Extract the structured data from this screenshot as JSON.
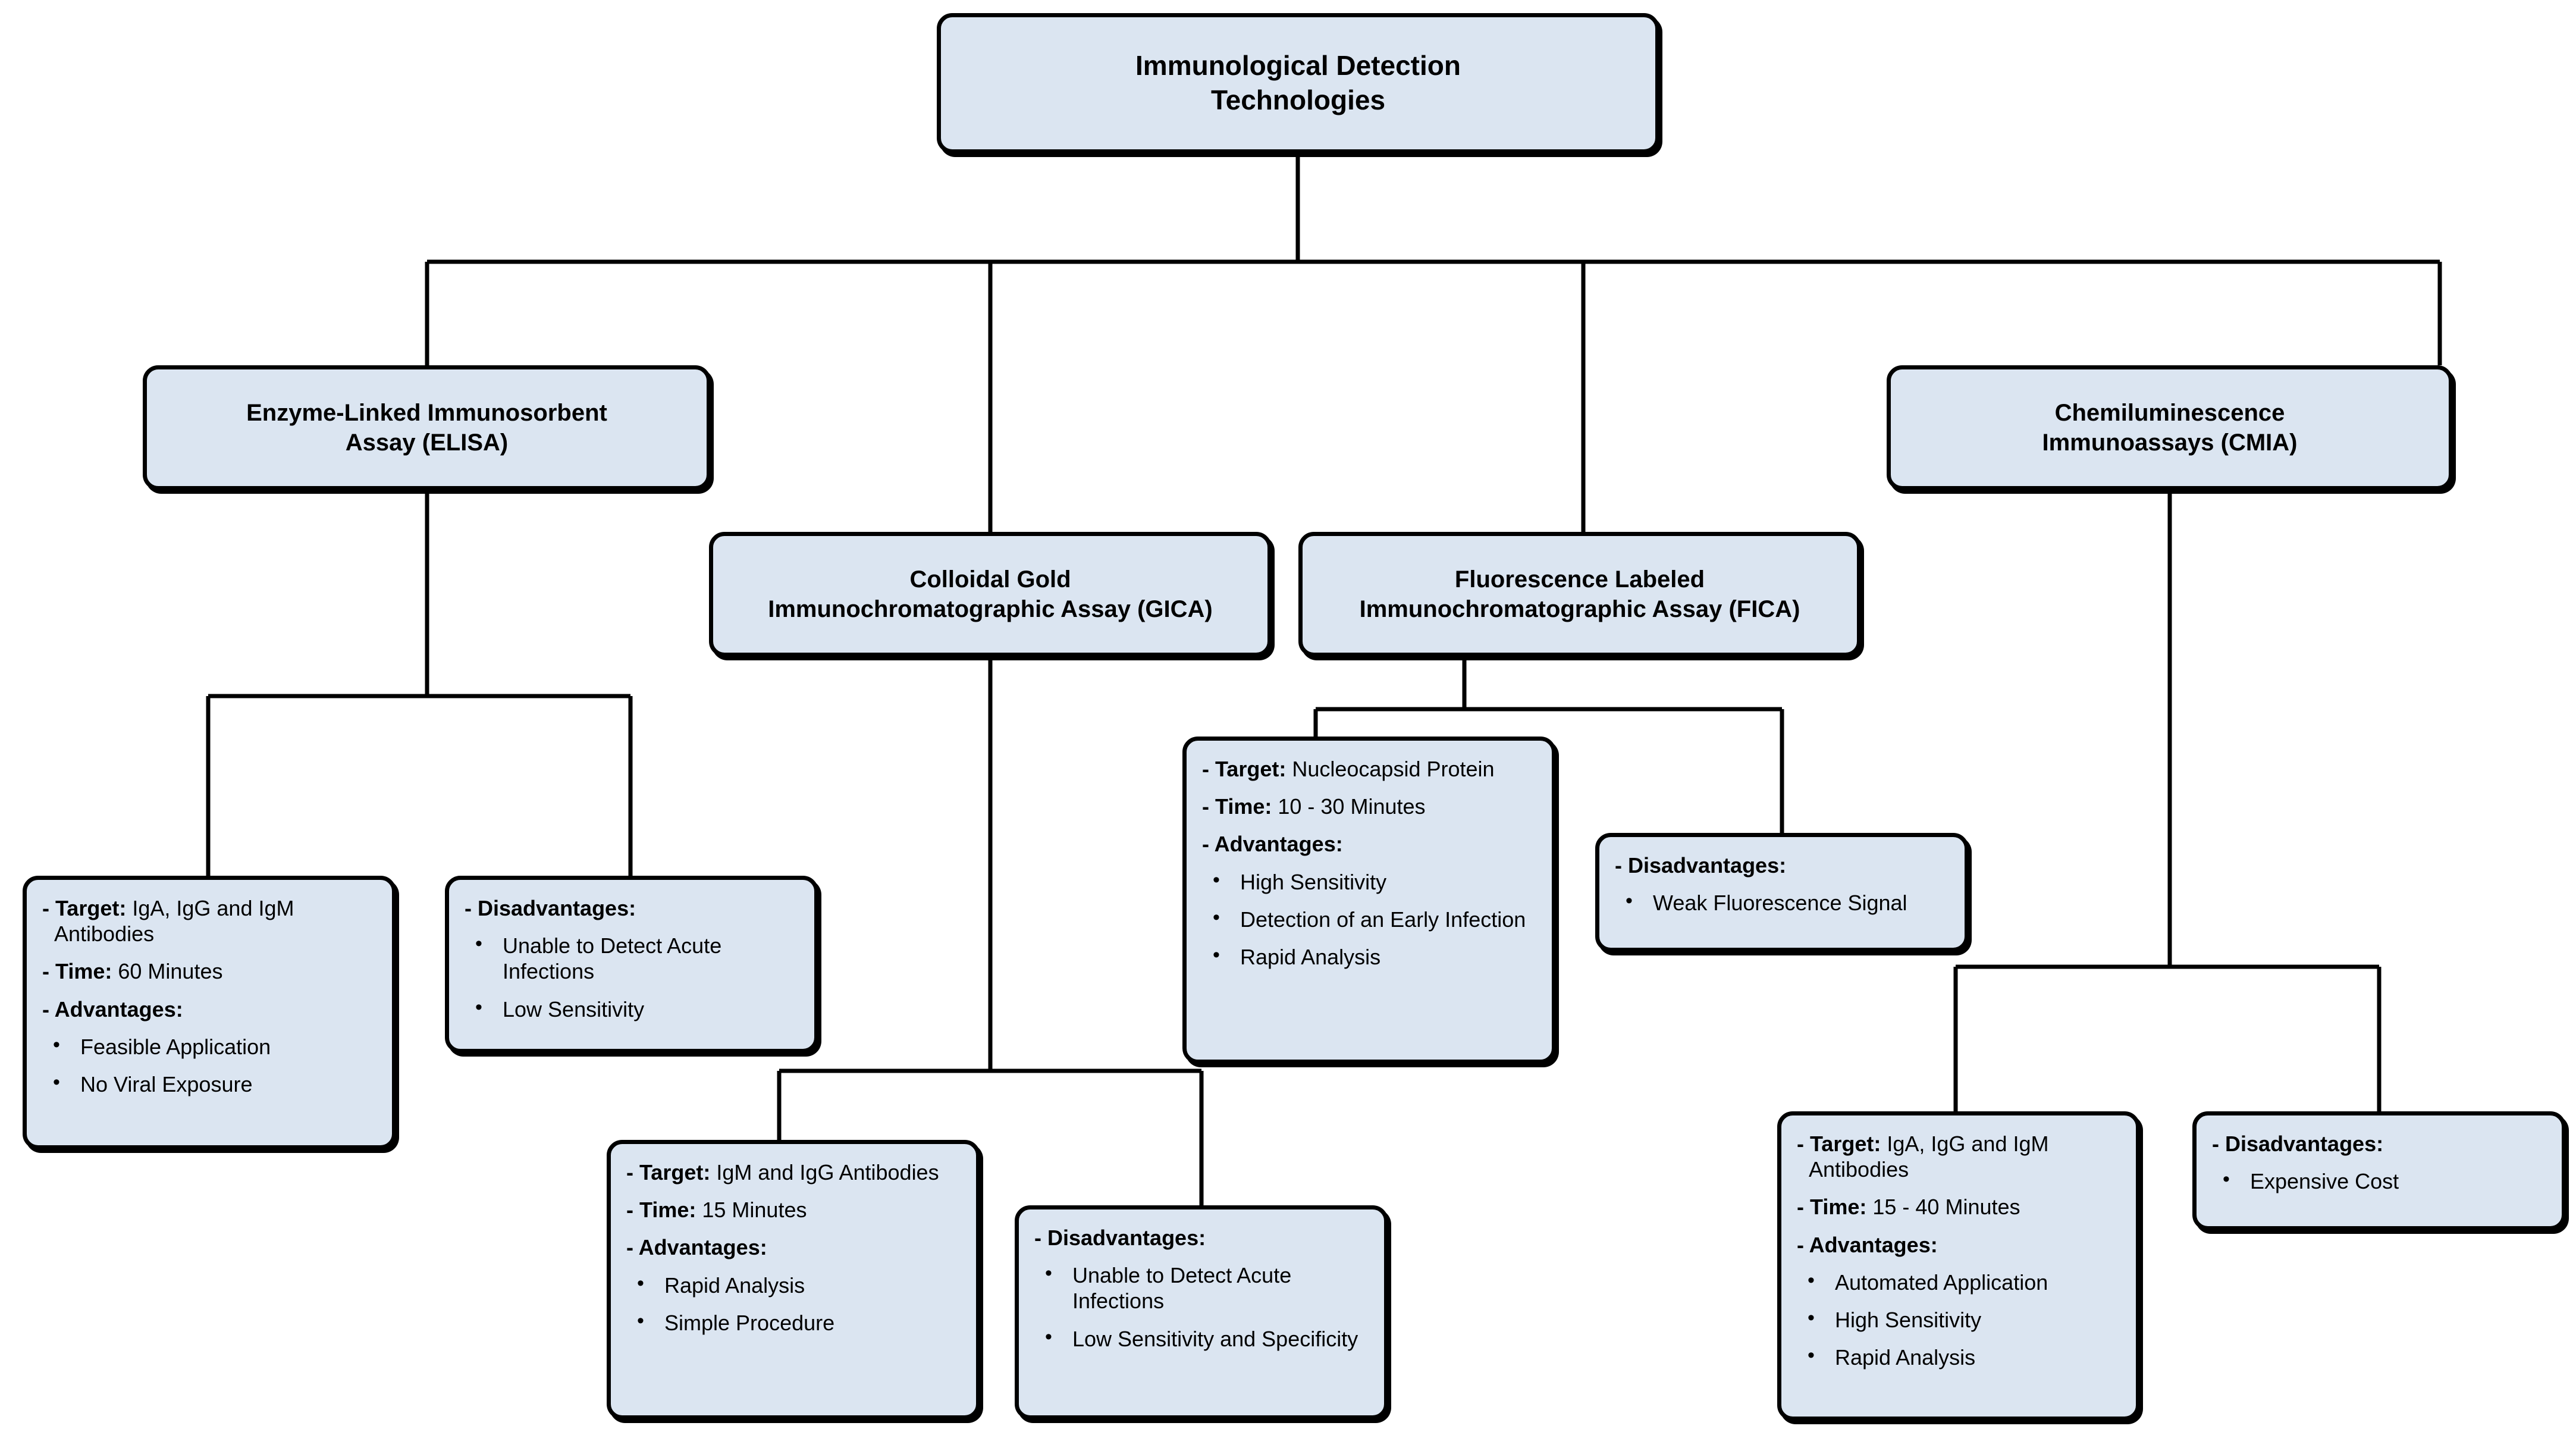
{
  "diagram": {
    "title": "Immunological Detection Technologies",
    "style": {
      "node_fill": "#dbe5f1",
      "node_border": "#000000",
      "connector_color": "#000000",
      "background": "#ffffff"
    },
    "root": {
      "id": "root",
      "label_line1": "Immunological Detection",
      "label_line2": "Technologies"
    },
    "methods": [
      {
        "id": "elisa",
        "label_line1": "Enzyme-Linked Immunosorbent",
        "label_line2": "Assay (ELISA)"
      },
      {
        "id": "gica",
        "label_line1": "Colloidal Gold",
        "label_line2": "Immunochromatographic Assay (GICA)"
      },
      {
        "id": "fica",
        "label_line1": "Fluorescence Labeled",
        "label_line2": "Immunochromatographic Assay (FICA)"
      },
      {
        "id": "cmia",
        "label_line1": "Chemiluminescence",
        "label_line2": "Immunoassays (CMIA)"
      }
    ],
    "labels": {
      "dash": "-",
      "target_key": "Target:",
      "time_key": "Time:",
      "advantages_key": "Advantages:",
      "disadvantages_key": "Disadvantages:"
    },
    "details": {
      "elisa_pros": {
        "target_key": "- Target:",
        "target_value": "IgA, IgG and IgM Antibodies",
        "time_key": "- Time:",
        "time_value": "60 Minutes",
        "advantages_key": "- Advantages:",
        "advantages": [
          "Feasible Application",
          "No Viral Exposure"
        ]
      },
      "elisa_cons": {
        "disadvantages_key": "- Disadvantages:",
        "disadvantages": [
          "Unable to Detect Acute Infections",
          "Low Sensitivity"
        ]
      },
      "gica_pros": {
        "target_key": "- Target:",
        "target_value": "IgM and IgG Antibodies",
        "time_key": "- Time:",
        "time_value": "15 Minutes",
        "advantages_key": "- Advantages:",
        "advantages": [
          "Rapid Analysis",
          "Simple Procedure"
        ]
      },
      "gica_cons": {
        "disadvantages_key": "- Disadvantages:",
        "disadvantages": [
          "Unable to Detect Acute Infections",
          "Low Sensitivity and Specificity"
        ]
      },
      "fica_pros": {
        "target_key": "- Target:",
        "target_value": "Nucleocapsid Protein",
        "time_key": "- Time:",
        "time_value": "10 - 30 Minutes",
        "advantages_key": "- Advantages:",
        "advantages": [
          "High Sensitivity",
          "Detection of an Early Infection",
          "Rapid Analysis"
        ]
      },
      "fica_cons": {
        "disadvantages_key": "- Disadvantages:",
        "disadvantages": [
          "Weak Fluorescence Signal"
        ]
      },
      "cmia_pros": {
        "target_key": "- Target:",
        "target_value": "IgA, IgG and IgM Antibodies",
        "time_key": "- Time:",
        "time_value": "15 - 40 Minutes",
        "advantages_key": "- Advantages:",
        "advantages": [
          "Automated Application",
          "High Sensitivity",
          "Rapid Analysis"
        ]
      },
      "cmia_cons": {
        "disadvantages_key": "- Disadvantages:",
        "disadvantages": [
          "Expensive Cost"
        ]
      }
    }
  }
}
